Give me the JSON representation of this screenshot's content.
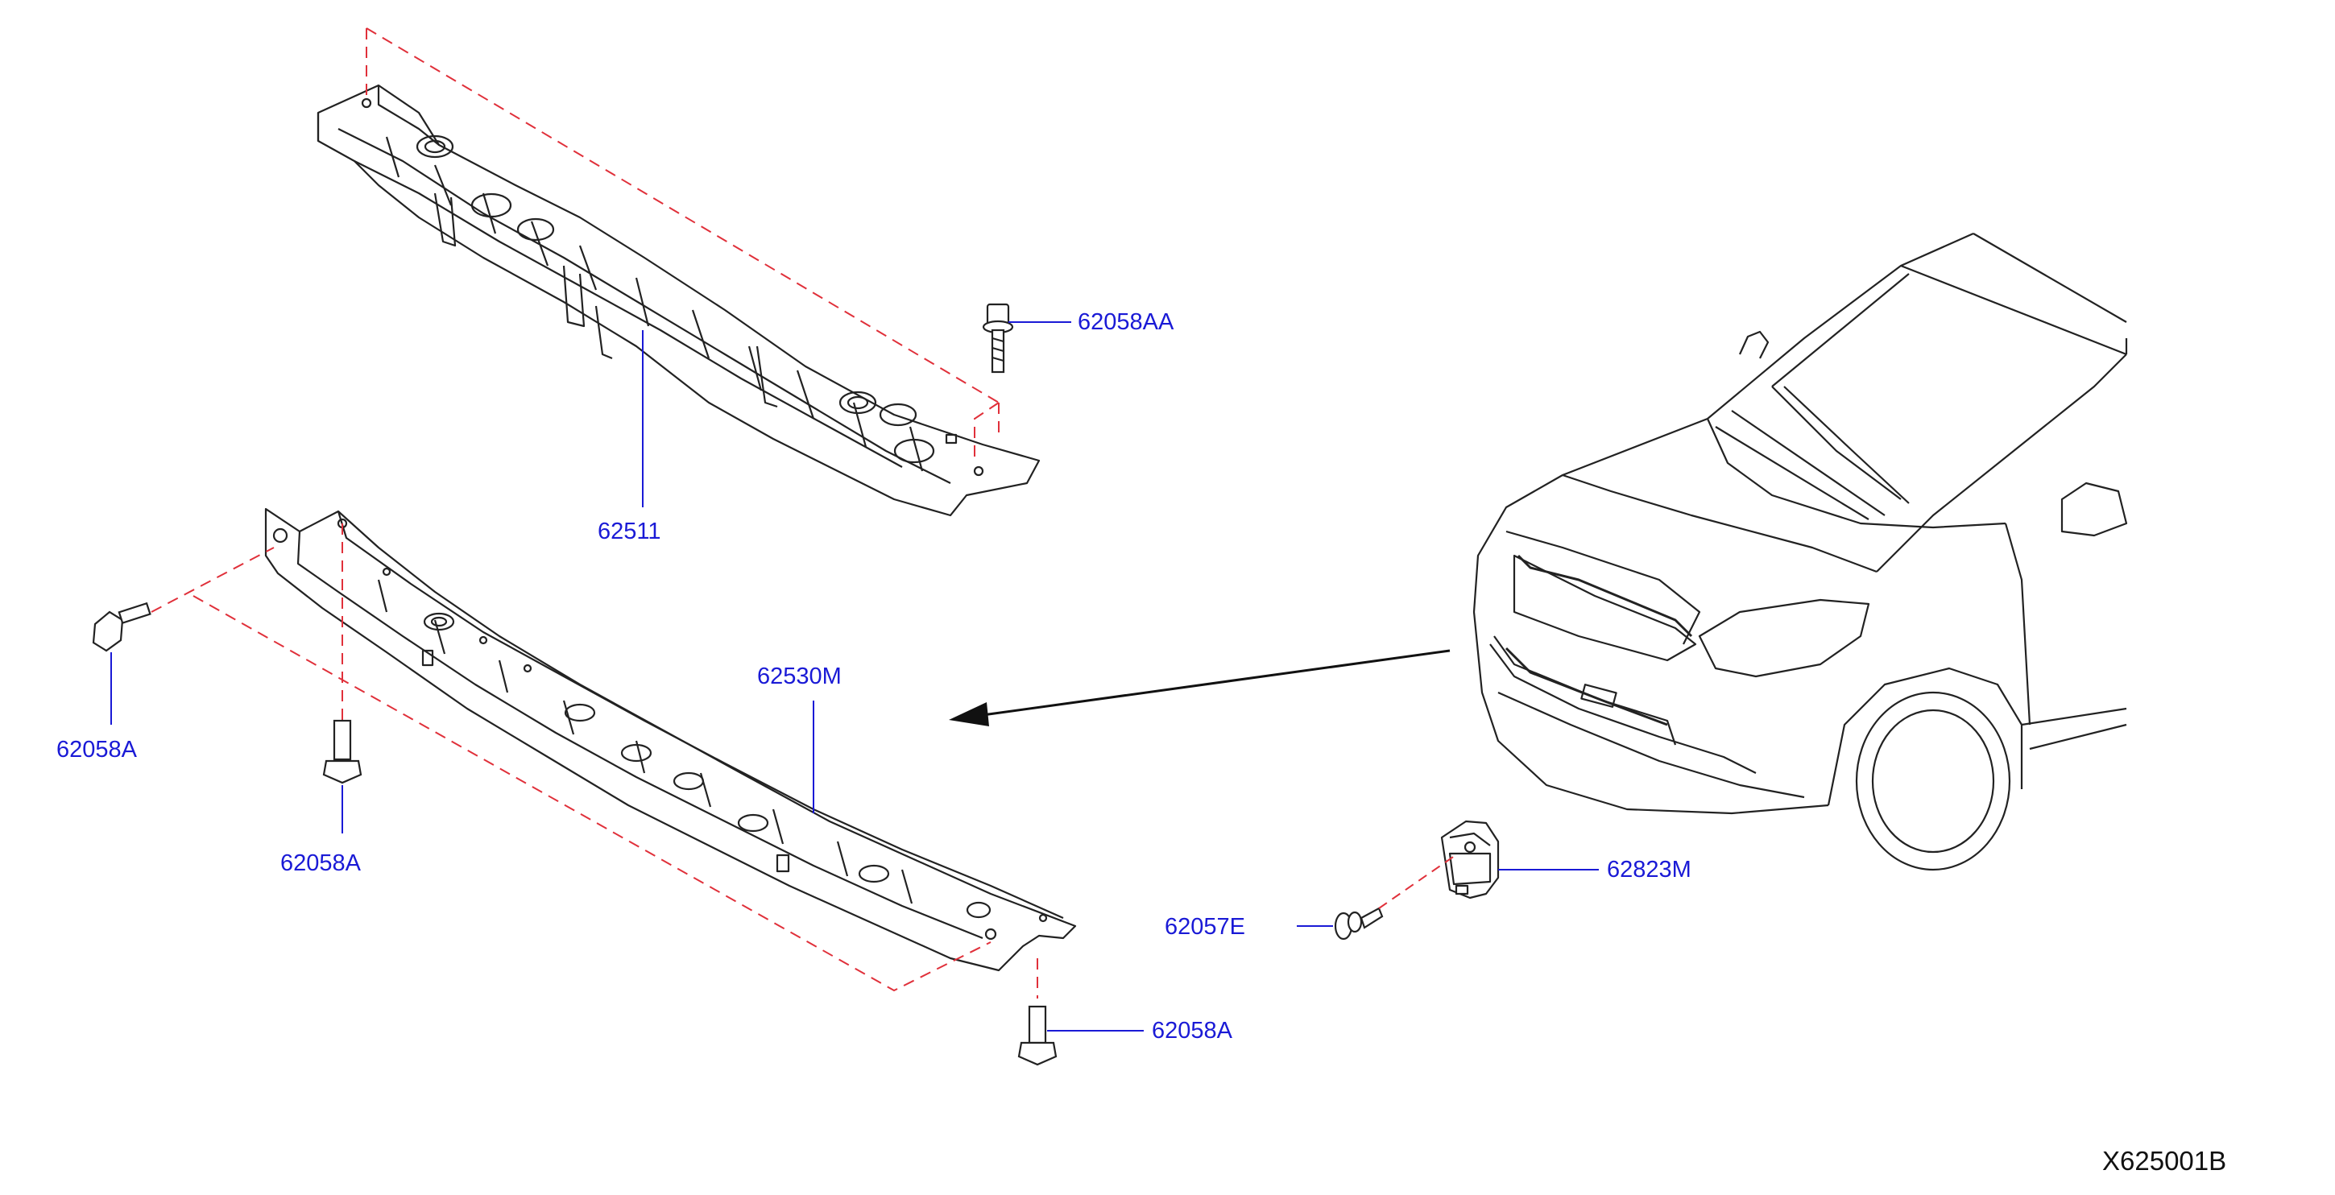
{
  "callouts": {
    "bolt_aa": "62058AA",
    "upper_support": "62511",
    "lower_member": "62530M",
    "bolt_a_left": "62058A",
    "bolt_a_mid": "62058A",
    "bolt_a_bottom": "62058A",
    "clip": "62057E",
    "bracket": "62823M"
  },
  "diagram_code": "X625001B",
  "colors": {
    "line_art": "#222222",
    "leader": "#1a1ad6",
    "dashed_guide": "#e0303a",
    "callout_text": "#1a1ad6"
  }
}
